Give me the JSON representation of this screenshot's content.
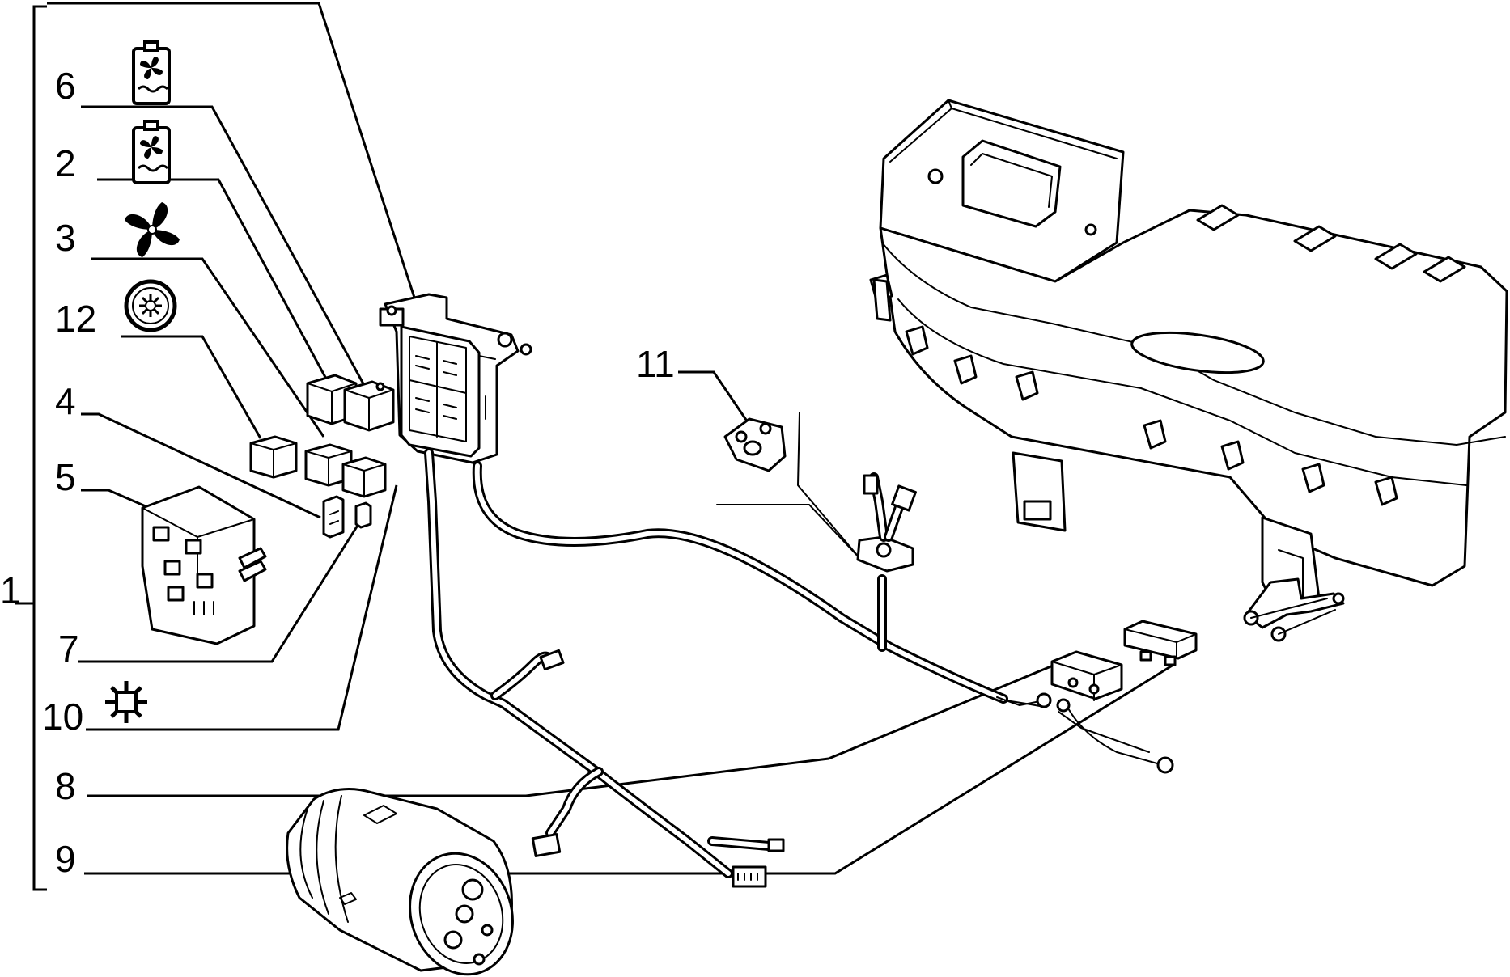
{
  "callouts": [
    {
      "id": "1",
      "label": "1"
    },
    {
      "id": "2",
      "label": "2"
    },
    {
      "id": "3",
      "label": "3"
    },
    {
      "id": "4",
      "label": "4"
    },
    {
      "id": "5",
      "label": "5"
    },
    {
      "id": "6",
      "label": "6"
    },
    {
      "id": "7",
      "label": "7"
    },
    {
      "id": "8",
      "label": "8"
    },
    {
      "id": "9",
      "label": "9"
    },
    {
      "id": "10",
      "label": "10"
    },
    {
      "id": "11",
      "label": "11"
    },
    {
      "id": "12",
      "label": "12"
    }
  ],
  "symbols": {
    "callout_6": "fan-coolant-relay-icon",
    "callout_2": "fan-coolant-relay-icon",
    "callout_3": "fan-icon",
    "callout_12": "air-conditioning-circle-icon",
    "callout_10": "snowflake-icon"
  }
}
